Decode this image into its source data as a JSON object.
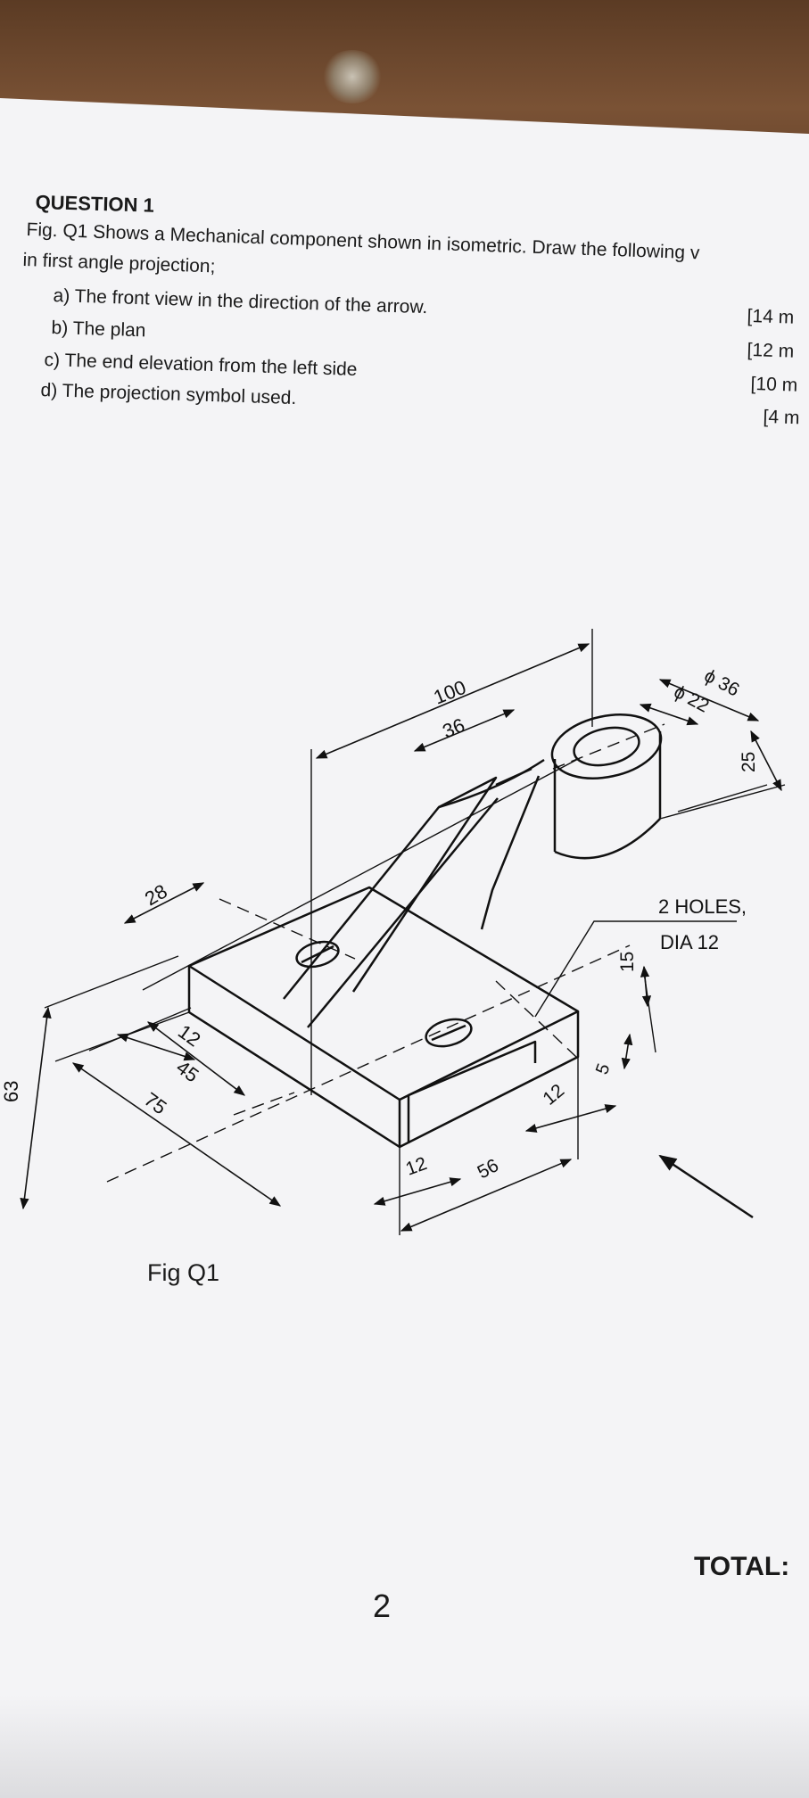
{
  "question": {
    "title": "QUESTION 1",
    "intro_line1": "Fig. Q1 Shows a Mechanical component shown in isometric. Draw the following v",
    "intro_line2": "in first angle projection;",
    "items": [
      {
        "text": "a)  The front view in the direction of the arrow.",
        "marks": "[14 m"
      },
      {
        "text": "b)  The plan",
        "marks": "[12 m"
      },
      {
        "text": "c)  The end elevation from the left side",
        "marks": "[10 m"
      },
      {
        "text": "d)  The projection symbol used.",
        "marks": "[4 m"
      }
    ]
  },
  "figure": {
    "caption": "Fig Q1",
    "dimensions": {
      "d100": "100",
      "d36": "36",
      "dia36": "ϕ 36",
      "dia22": "ϕ 22",
      "d25": "25",
      "holes1": "2 HOLES,",
      "holes2": "DIA 12",
      "d15": "15",
      "d5": "5",
      "d28": "28",
      "d12a": "12",
      "d45": "45",
      "d75": "75",
      "d63": "63",
      "d12b": "12",
      "d56": "56",
      "d12c": "12"
    }
  },
  "footer": {
    "page_number": "2",
    "total_label": "TOTAL:"
  }
}
